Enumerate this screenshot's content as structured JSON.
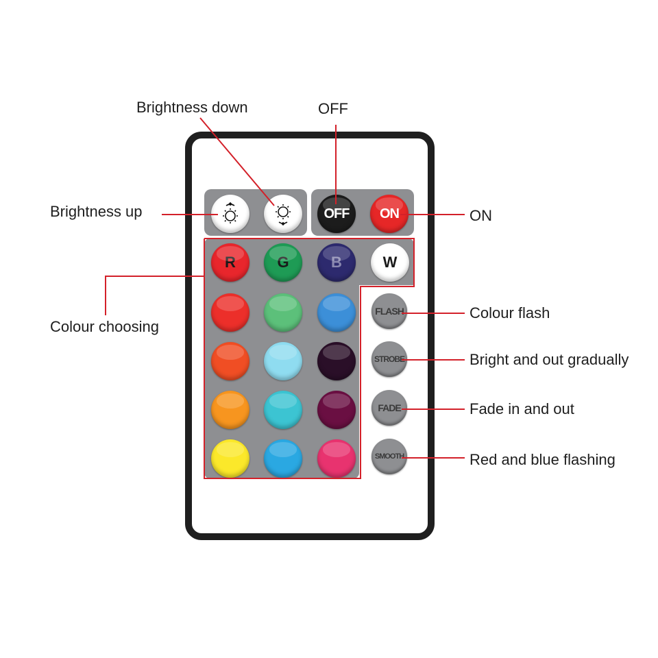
{
  "labels": {
    "brightness_down": "Brightness down",
    "off": "OFF",
    "brightness_up": "Brightness up",
    "on": "ON",
    "colour_choosing": "Colour choosing",
    "colour_flash": "Colour flash",
    "bright_out": "Bright and out gradually",
    "fade": "Fade in and out",
    "red_blue": "Red and blue flashing"
  },
  "buttons": {
    "off": "OFF",
    "on": "ON",
    "r": "R",
    "g": "G",
    "b": "B",
    "w": "W",
    "flash": "FLASH",
    "strobe": "STROBE",
    "fade": "FADE",
    "smooth": "SMOOTH"
  },
  "colors": {
    "accent_line": "#d32029",
    "remote_frame": "#1f1f1f",
    "panel_gray": "#8e8f92",
    "grid": [
      [
        "#e8262c",
        "#1e9b55",
        "#2d2a6e"
      ],
      [
        "#ec2f2a",
        "#5cc07a",
        "#3c8fd8"
      ],
      [
        "#f04e24",
        "#8fdcf0",
        "#2a0f28"
      ],
      [
        "#f7951f",
        "#3cc4d2",
        "#6a0f42"
      ],
      [
        "#fbe82a",
        "#2aa8e2",
        "#e8336f"
      ]
    ],
    "r_button": "#e8262c",
    "g_button": "#1e9b55",
    "b_button": "#2d2a6e",
    "w_button": "#ffffff",
    "off_button": "#1c1c1c",
    "on_button": "#e62727"
  },
  "icons": {
    "brightness_up": "sun-arrow-up-icon",
    "brightness_down": "sun-arrow-down-icon"
  }
}
